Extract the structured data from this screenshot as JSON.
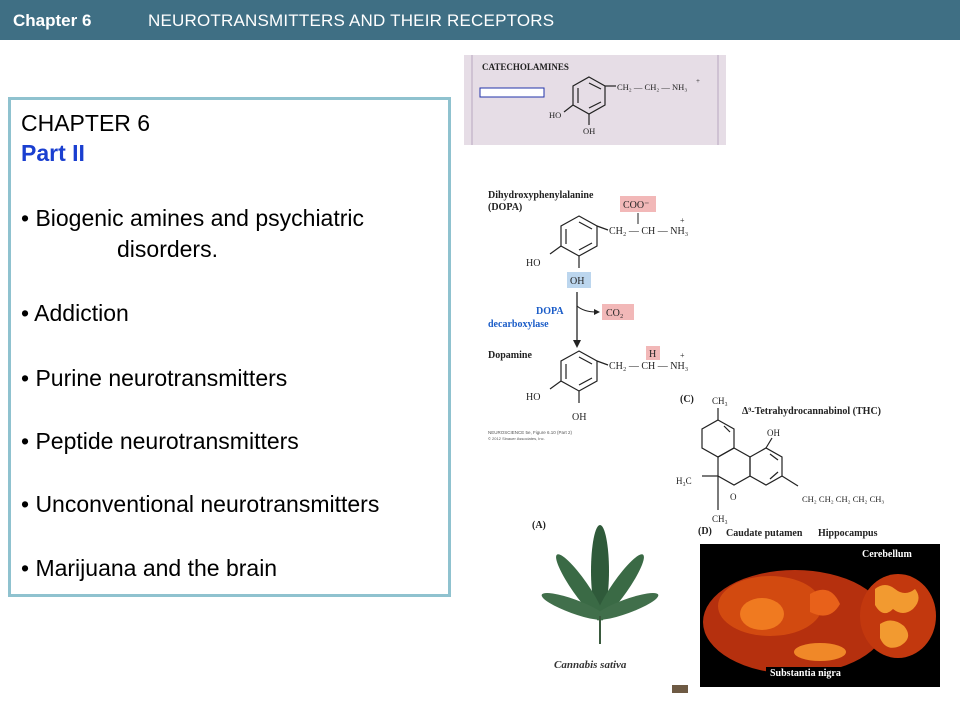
{
  "header": {
    "chapter_label": "Chapter 6",
    "title": "NEUROTRANSMITTERS AND THEIR RECEPTORS"
  },
  "outline": {
    "chapter_heading": "CHAPTER 6",
    "part_heading": "Part II",
    "items": [
      "• Biogenic amines and psychiatric",
      "disorders.",
      "• Addiction",
      "• Purine neurotransmitters",
      "• Peptide neurotransmitters",
      "• Unconventional neurotransmitters",
      "• Marijuana and the brain"
    ]
  },
  "catecholamines": {
    "title": "CATECHOLAMINES",
    "chain": "CH₂ — CH₂ — NH₃",
    "plus": "+",
    "ho": "HO",
    "oh": "OH"
  },
  "dopa_figure": {
    "dopa_title": "Dihydroxyphenylalanine",
    "dopa_abbrev": "(DOPA)",
    "coo": "COO⁻",
    "chain": "CH₂ — CH — NH₃",
    "plus": "+",
    "ho": "HO",
    "oh": "OH",
    "enzyme_line1": "DOPA",
    "enzyme_line2": "decarboxylase",
    "co2": "CO₂",
    "dopamine_title": "Dopamine",
    "h": "H",
    "source_line1": "NEUROSCIENCE 5e, Figure 6.10 (Part 2)",
    "source_line2": "© 2012 Sinauer Associates, Inc.",
    "accent_red": "#f2b8b8",
    "accent_blue": "#bcd6ee",
    "enzyme_color": "#1a5cc8"
  },
  "thc_figure": {
    "panel_label": "(C)",
    "title": "Δ⁹-Tetrahydrocannabinol (THC)",
    "ch3_top": "CH₃",
    "oh": "OH",
    "h3c": "H₃C",
    "ch3_bottom": "CH₃",
    "o": "O",
    "chain": "CH₂ CH₂ CH₂ CH₂ CH₃"
  },
  "cannabis_figure": {
    "panel_label": "(A)",
    "caption": "Cannabis sativa"
  },
  "brain_figure": {
    "panel_label": "(D)",
    "label_caudate": "Caudate putamen",
    "label_hippocampus": "Hippocampus",
    "label_cerebellum": "Cerebellum",
    "label_substantia": "Substantia nigra"
  }
}
